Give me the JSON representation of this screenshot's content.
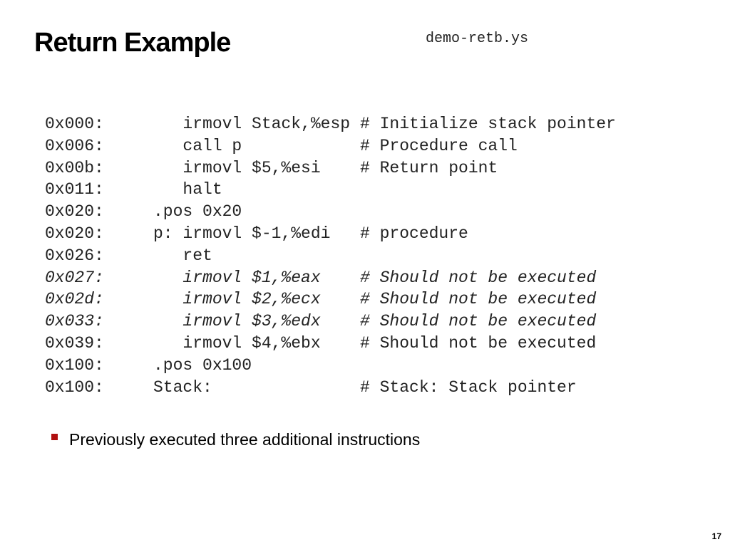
{
  "slide": {
    "title": "Return Example",
    "file_name": "demo-retb.ys",
    "page_number": "17"
  },
  "code": {
    "lines": [
      {
        "addr": "0x000:",
        "instr": "   irmovl Stack,%esp",
        "comment": "# Initialize stack pointer",
        "italic": false
      },
      {
        "addr": "0x006:",
        "instr": "   call p",
        "comment": "# Procedure call",
        "italic": false
      },
      {
        "addr": "0x00b:",
        "instr": "   irmovl $5,%esi",
        "comment": "# Return point",
        "italic": false
      },
      {
        "addr": "0x011:",
        "instr": "   halt",
        "comment": "",
        "italic": false
      },
      {
        "addr": "0x020:",
        "instr": ".pos 0x20",
        "comment": "",
        "italic": false
      },
      {
        "addr": "0x020:",
        "instr": "p: irmovl $-1,%edi",
        "comment": "# procedure",
        "italic": false
      },
      {
        "addr": "0x026:",
        "instr": "   ret",
        "comment": "",
        "italic": false
      },
      {
        "addr": "0x027:",
        "instr": "   irmovl $1,%eax",
        "comment": "# Should not be executed",
        "italic": true
      },
      {
        "addr": "0x02d:",
        "instr": "   irmovl $2,%ecx",
        "comment": "# Should not be executed",
        "italic": true
      },
      {
        "addr": "0x033:",
        "instr": "   irmovl $3,%edx",
        "comment": "# Should not be executed",
        "italic": true
      },
      {
        "addr": "0x039:",
        "instr": "   irmovl $4,%ebx",
        "comment": "# Should not be executed",
        "italic": false
      },
      {
        "addr": "0x100:",
        "instr": ".pos 0x100",
        "comment": "",
        "italic": false
      },
      {
        "addr": "0x100:",
        "instr": "Stack:",
        "comment": "# Stack: Stack pointer",
        "italic": false
      }
    ]
  },
  "bullets": [
    "Previously executed three additional instructions"
  ],
  "colors": {
    "bullet_marker": "#b01010",
    "code_text": "#222222"
  }
}
